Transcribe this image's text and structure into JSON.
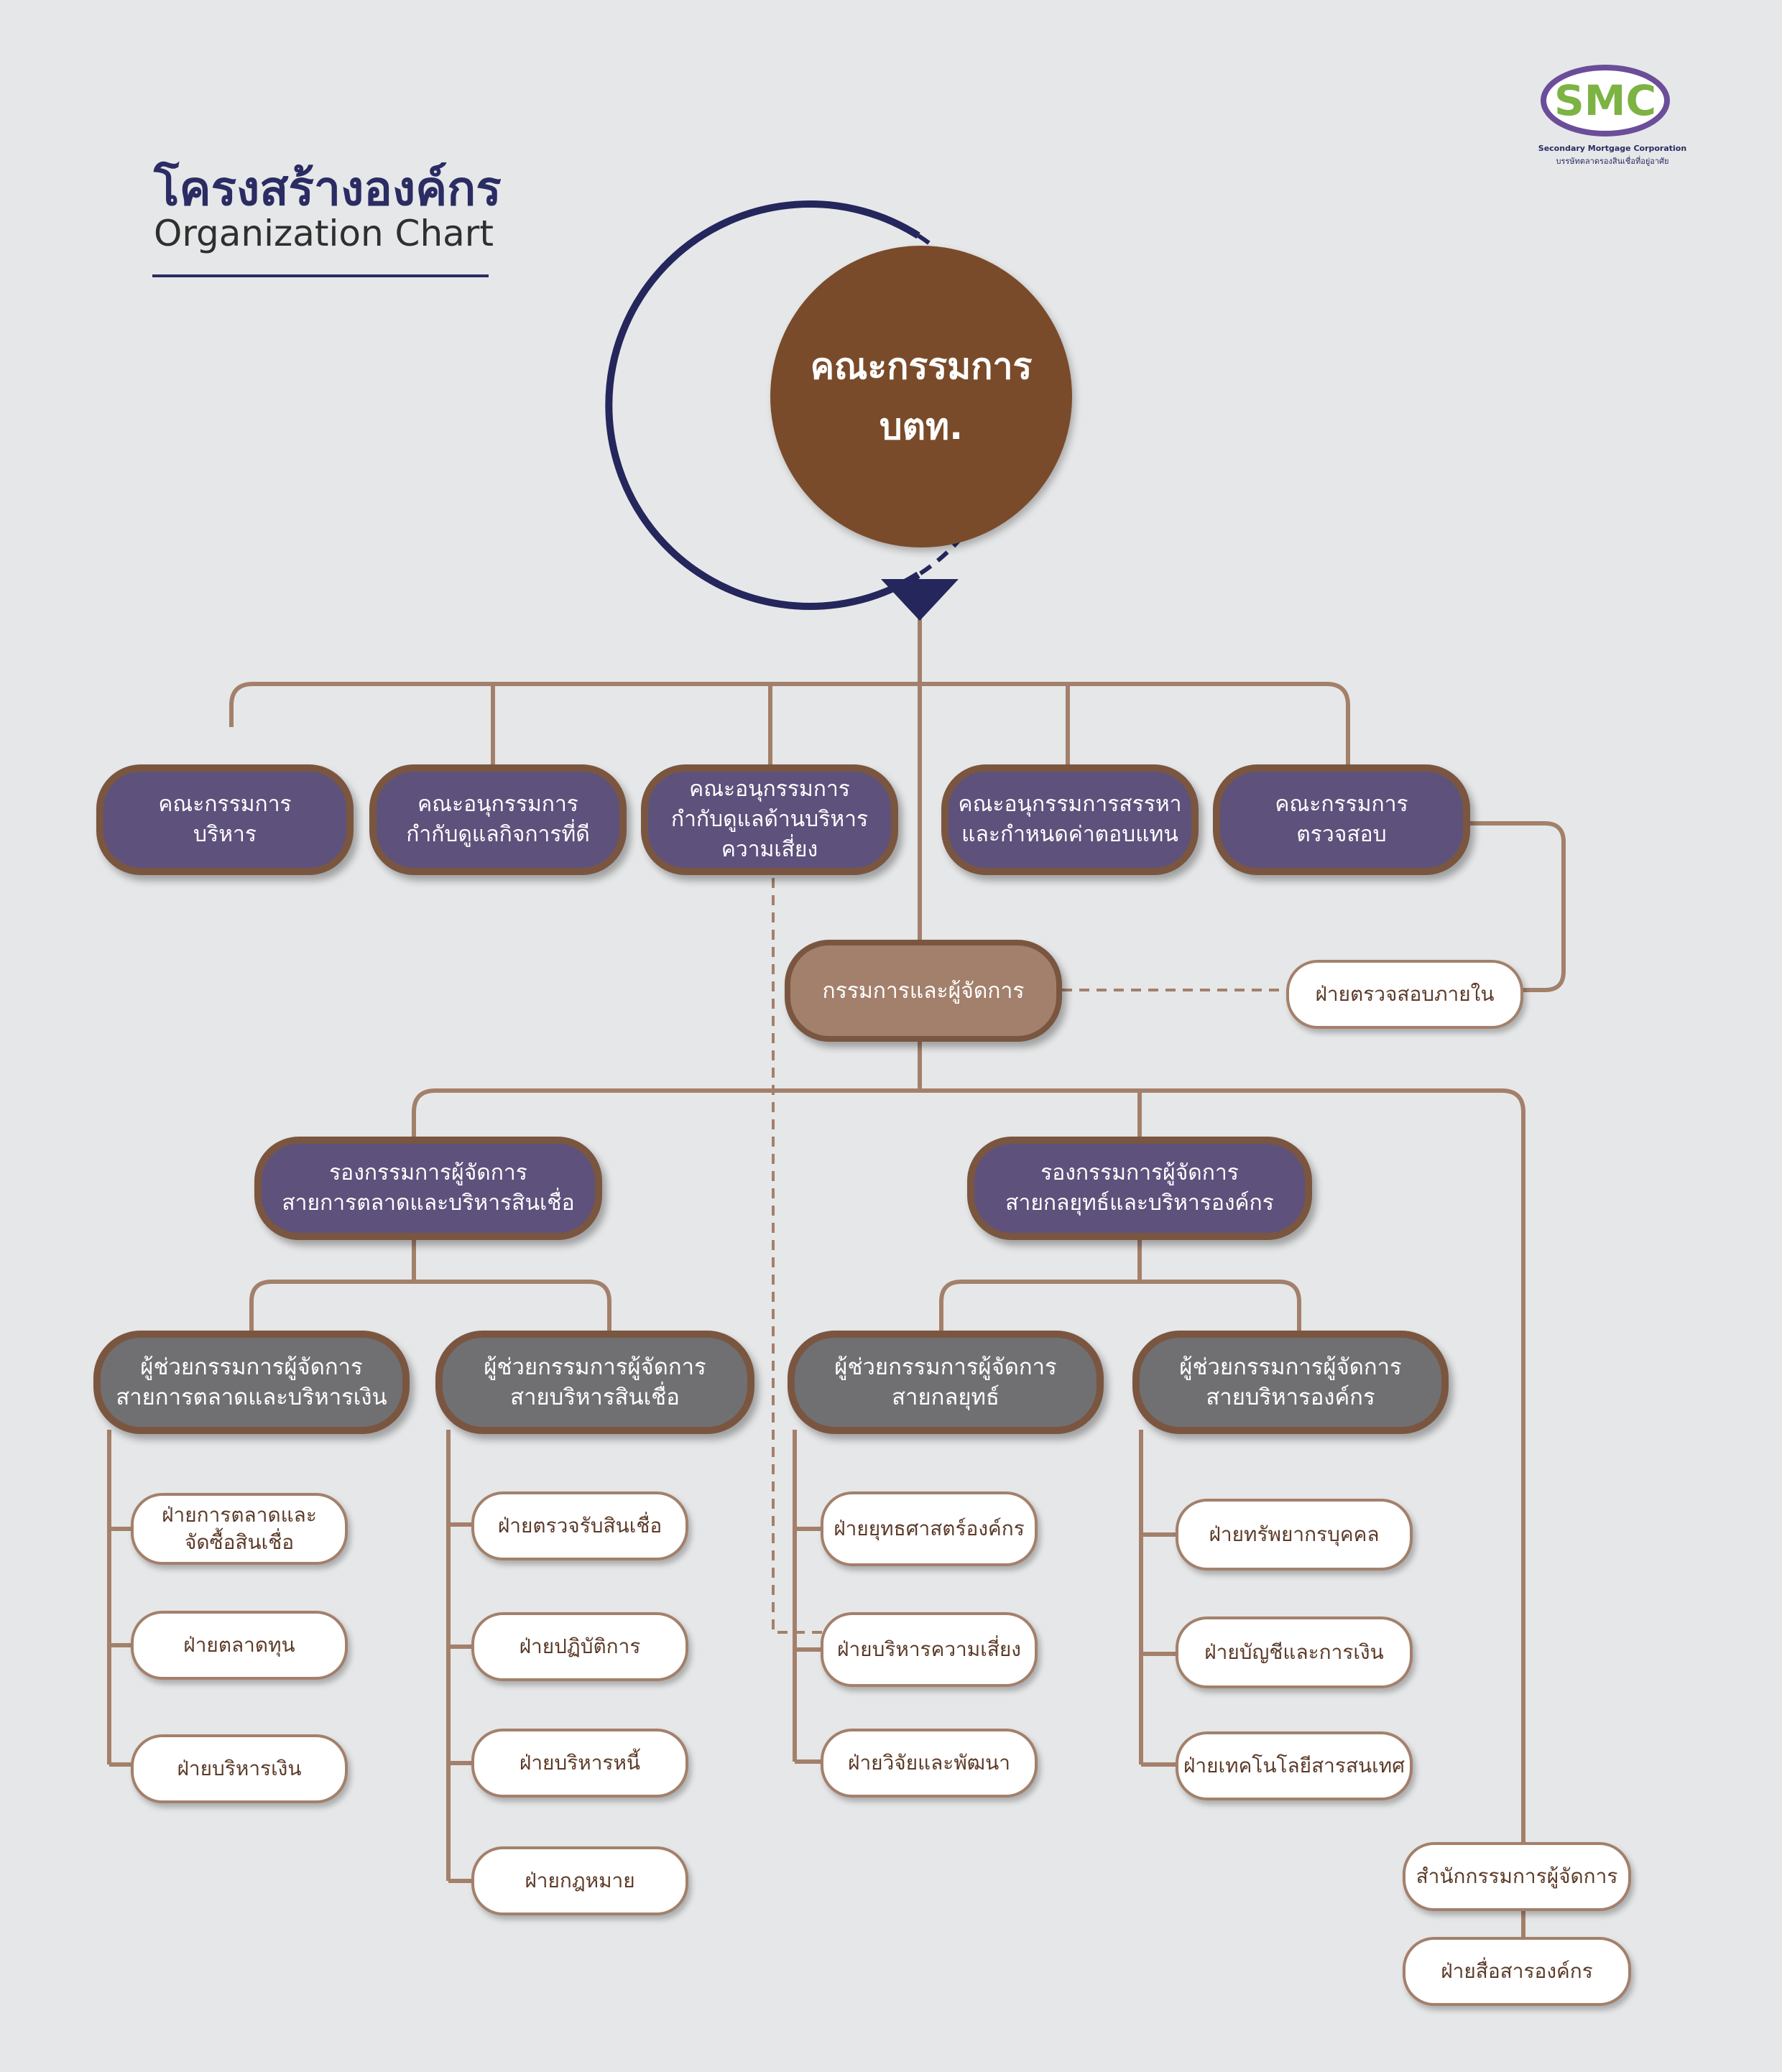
{
  "header": {
    "title_th": "โครงสร้างองค์กร",
    "title_en": "Organization Chart"
  },
  "logo": {
    "mark": "SMC",
    "name_en": "Secondary Mortgage Corporation",
    "name_th": "บรรษัทตลาดรองสินเชื่อที่อยู่อาศัย"
  },
  "colors": {
    "purple": "#5e517c",
    "brown": "#7a4b2a",
    "tan": "#a3806b",
    "gray": "#707073",
    "navy": "#2a2c63",
    "line": "#a3806b"
  },
  "board": {
    "label": "คณะกรรมการ\nบตท."
  },
  "committees": [
    {
      "label": "คณะกรรมการ\nบริหาร"
    },
    {
      "label": "คณะอนุกรรมการ\nกำกับดูแลกิจการที่ดี"
    },
    {
      "label": "คณะอนุกรรมการ\nกำกับดูแลด้านบริหาร\nความเสี่ยง"
    },
    {
      "label": "คณะอนุกรรมการสรรหา\nและกำหนดค่าตอบแทน"
    },
    {
      "label": "คณะกรรมการ\nตรวจสอบ"
    }
  ],
  "md": {
    "label": "กรรมการและผู้จัดการ"
  },
  "internal_audit": {
    "label": "ฝ่ายตรวจสอบภายใน"
  },
  "deputies": [
    {
      "label": "รองกรรมการผู้จัดการ\nสายการตลาดและบริหารสินเชื่อ"
    },
    {
      "label": "รองกรรมการผู้จัดการ\nสายกลยุทธ์และบริหารองค์กร"
    }
  ],
  "assistants": [
    {
      "label": "ผู้ช่วยกรรมการผู้จัดการ\nสายการตลาดและบริหารเงิน",
      "departments": [
        "ฝ่ายการตลาดและ\nจัดซื้อสินเชื่อ",
        "ฝ่ายตลาดทุน",
        "ฝ่ายบริหารเงิน"
      ]
    },
    {
      "label": "ผู้ช่วยกรรมการผู้จัดการ\nสายบริหารสินเชื่อ",
      "departments": [
        "ฝ่ายตรวจรับสินเชื่อ",
        "ฝ่ายปฏิบัติการ",
        "ฝ่ายบริหารหนี้",
        "ฝ่ายกฎหมาย"
      ]
    },
    {
      "label": "ผู้ช่วยกรรมการผู้จัดการ\nสายกลยุทธ์",
      "departments": [
        "ฝ่ายยุทธศาสตร์องค์กร",
        "ฝ่ายบริหารความเสี่ยง",
        "ฝ่ายวิจัยและพัฒนา"
      ]
    },
    {
      "label": "ผู้ช่วยกรรมการผู้จัดการ\nสายบริหารองค์กร",
      "departments": [
        "ฝ่ายทรัพยากรบุคคล",
        "ฝ่ายบัญชีและการเงิน",
        "ฝ่ายเทคโนโลยีสารสนเทศ"
      ]
    }
  ],
  "md_office": [
    {
      "label": "สำนักกรรมการผู้จัดการ"
    },
    {
      "label": "ฝ่ายสื่อสารองค์กร"
    }
  ]
}
